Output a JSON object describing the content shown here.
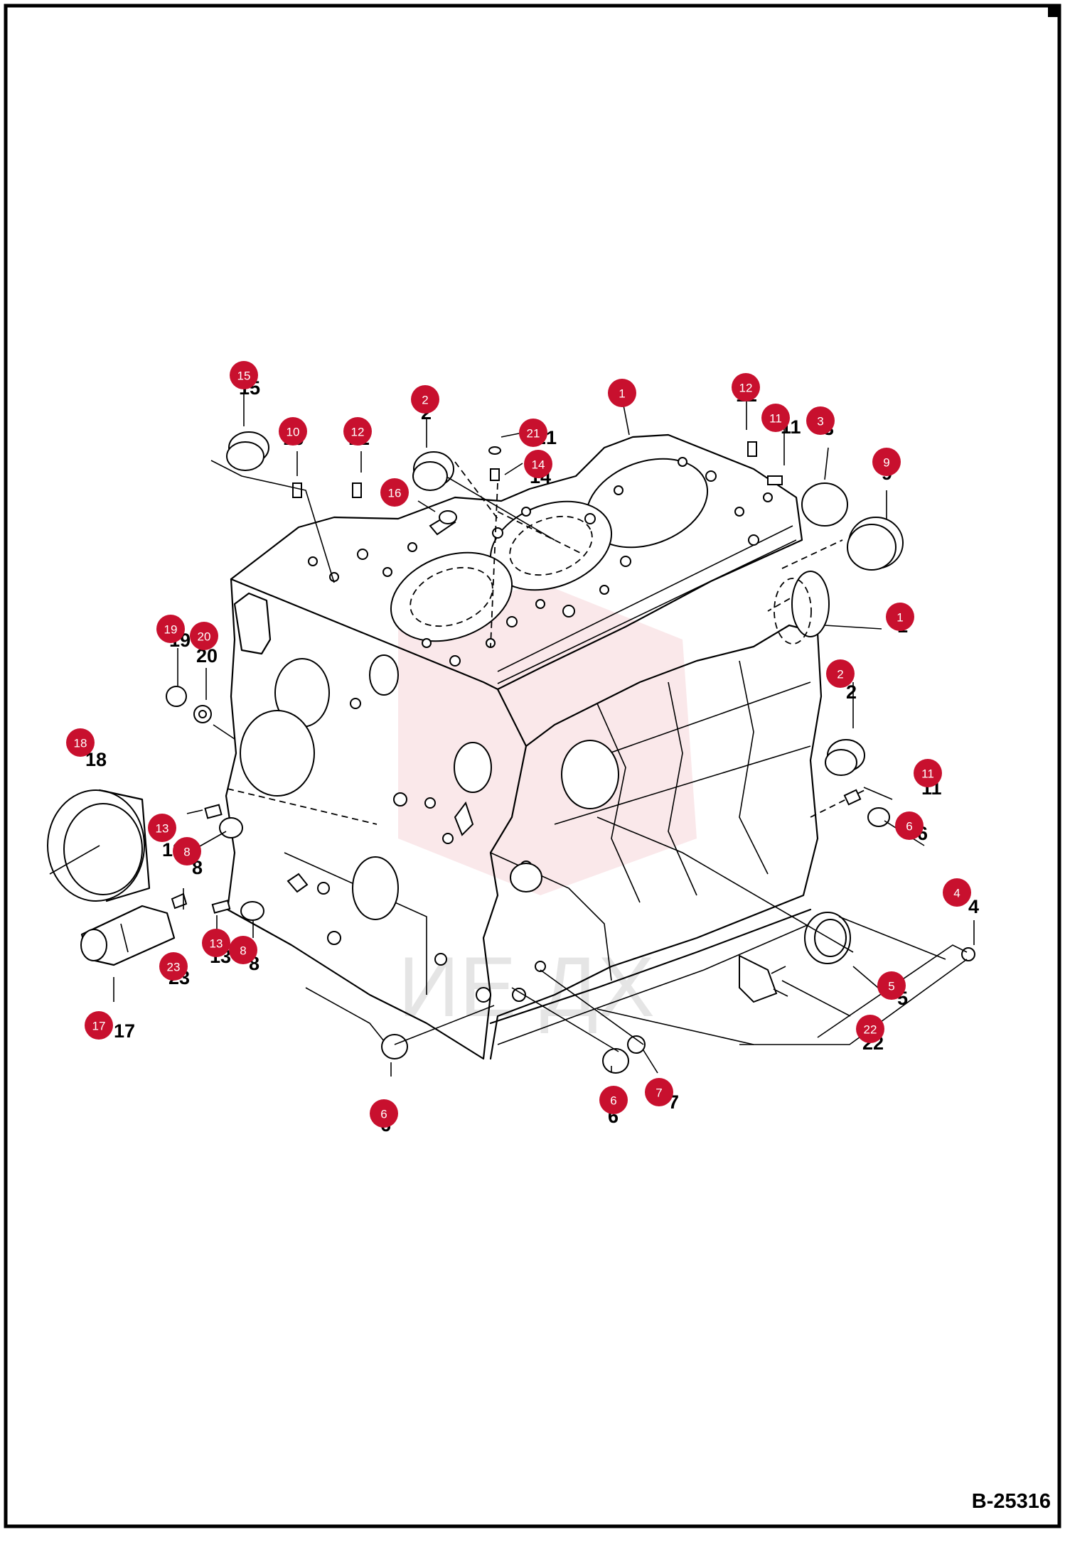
{
  "figure": {
    "reference": "B-25316"
  },
  "callouts": [
    {
      "n": "15"
    },
    {
      "n": "10"
    },
    {
      "n": "12"
    },
    {
      "n": "2"
    },
    {
      "n": "21"
    },
    {
      "n": "14"
    },
    {
      "n": "1"
    },
    {
      "n": "12"
    },
    {
      "n": "11"
    },
    {
      "n": "3"
    },
    {
      "n": "9"
    },
    {
      "n": "16"
    },
    {
      "n": "1"
    },
    {
      "n": "19"
    },
    {
      "n": "20"
    },
    {
      "n": "2"
    },
    {
      "n": "18"
    },
    {
      "n": "11"
    },
    {
      "n": "6"
    },
    {
      "n": "13"
    },
    {
      "n": "8"
    },
    {
      "n": "4"
    },
    {
      "n": "13"
    },
    {
      "n": "8"
    },
    {
      "n": "23"
    },
    {
      "n": "5"
    },
    {
      "n": "22"
    },
    {
      "n": "17"
    },
    {
      "n": "6"
    },
    {
      "n": "6"
    },
    {
      "n": "7"
    }
  ]
}
